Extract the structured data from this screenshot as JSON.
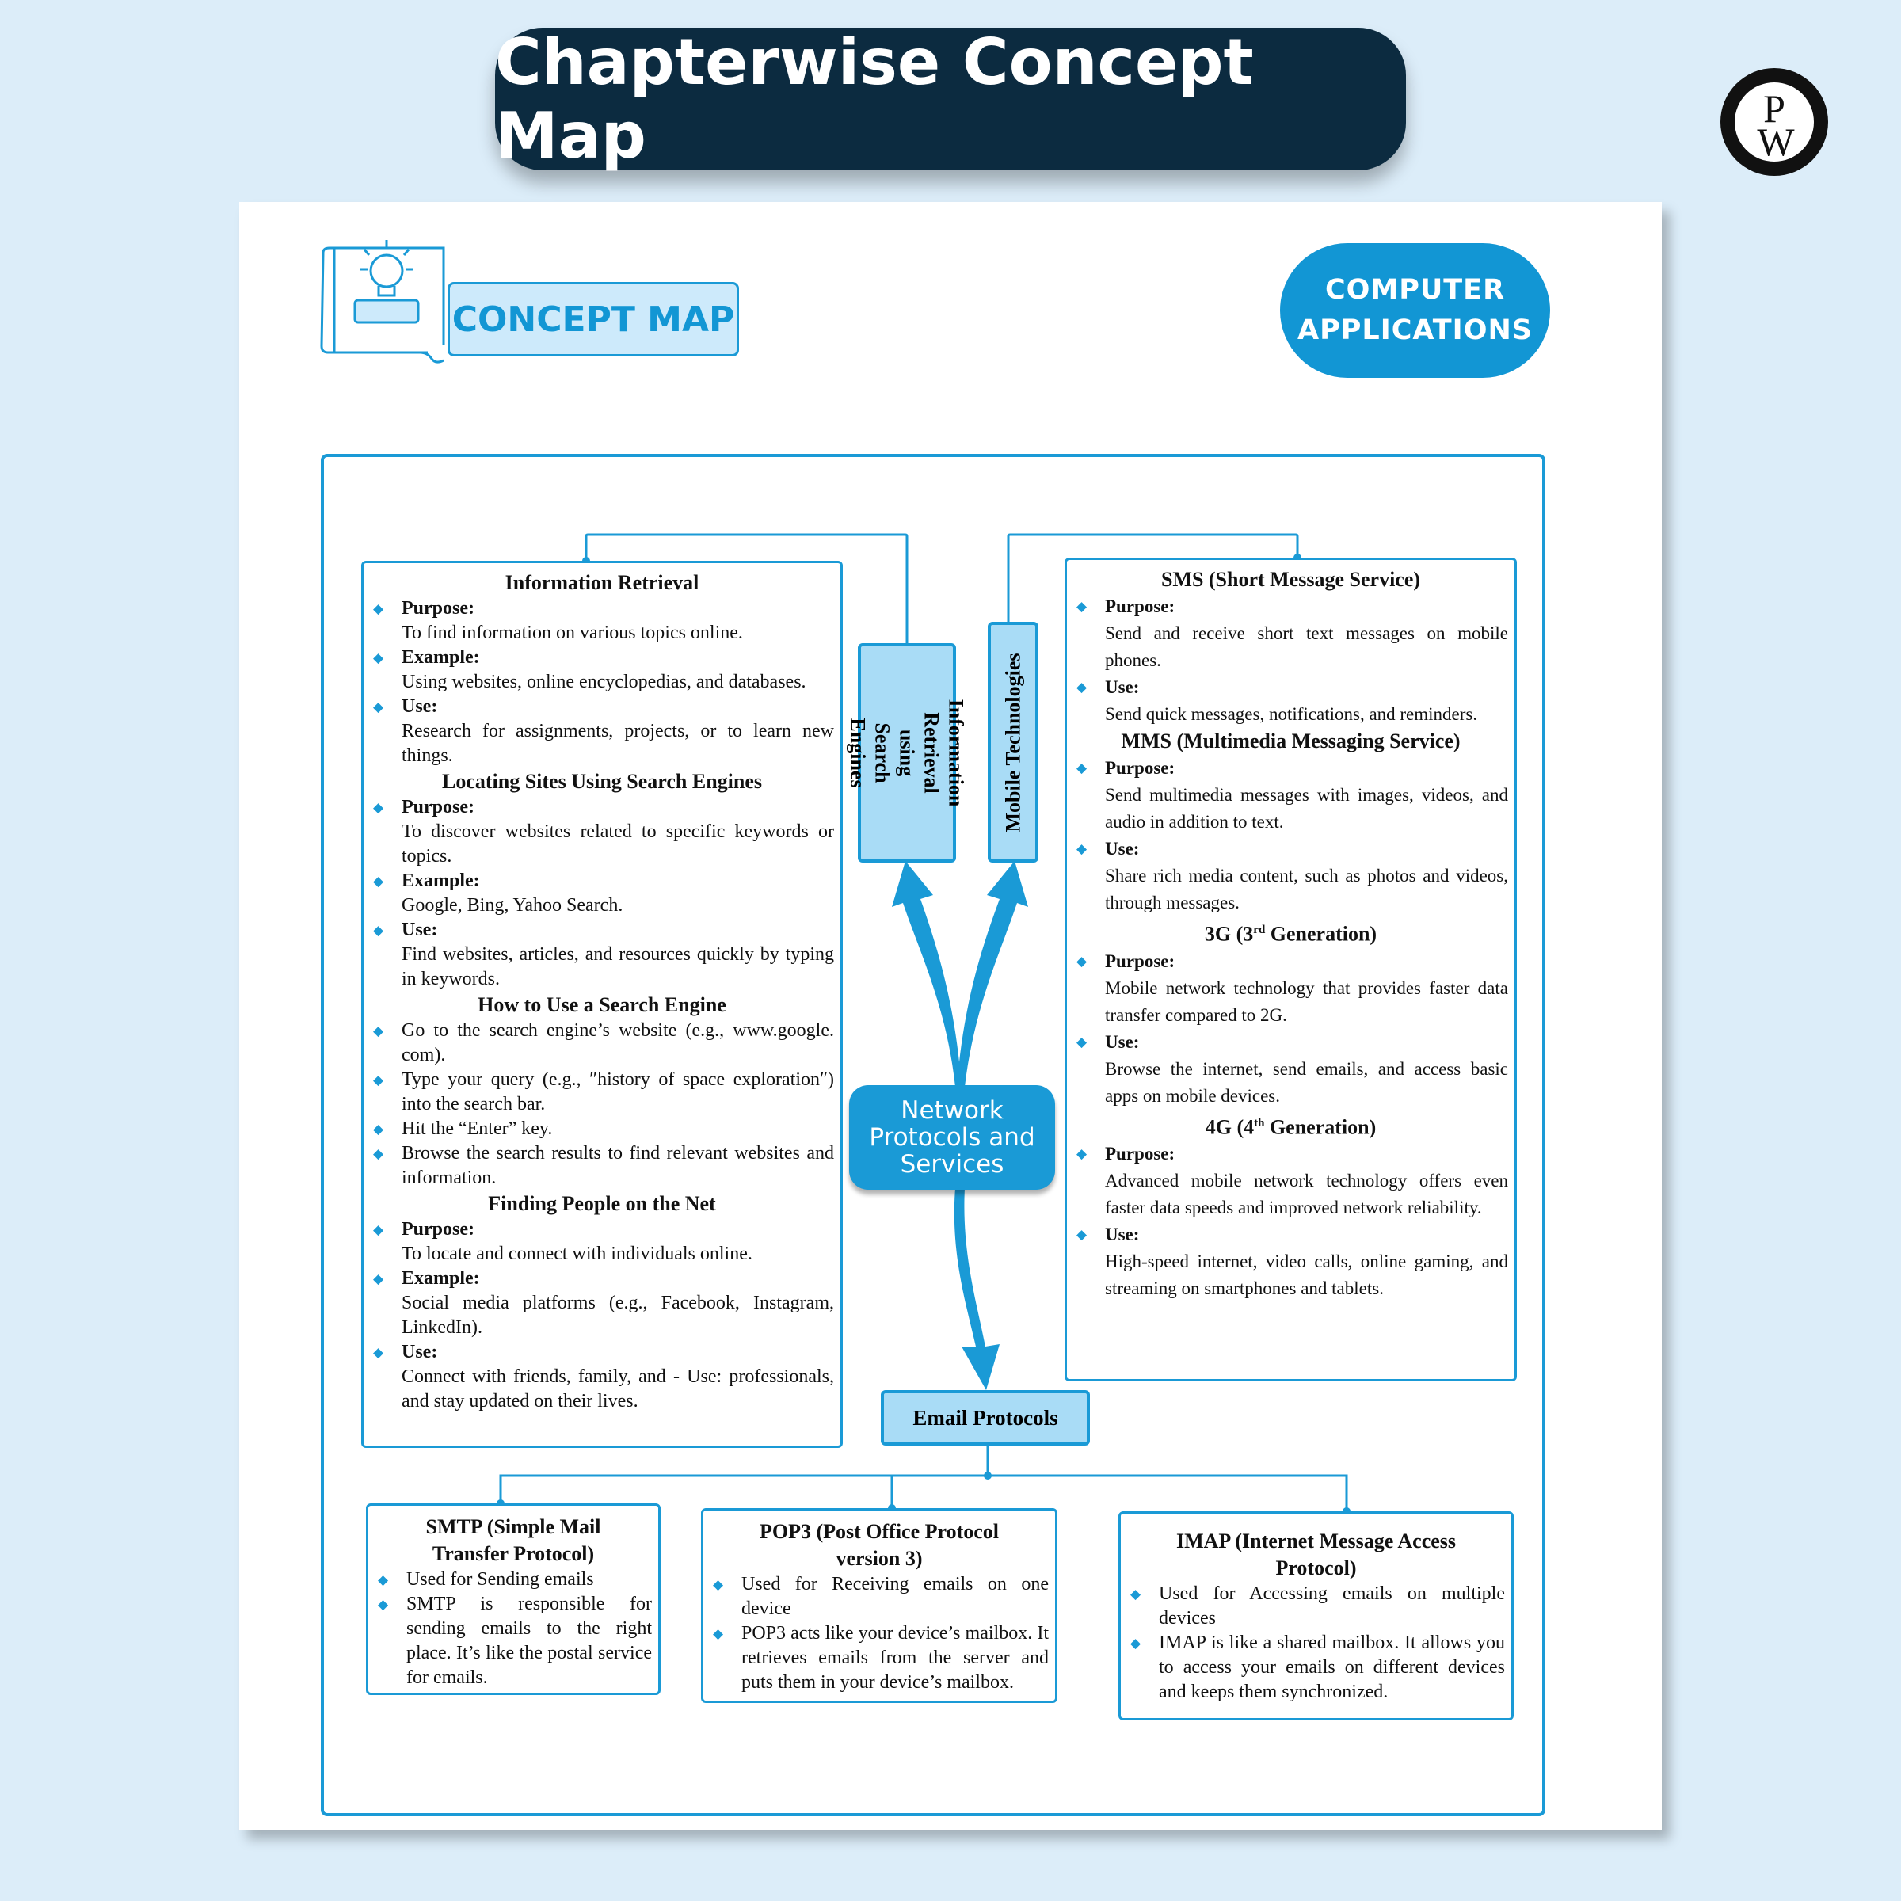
{
  "header": {
    "title": "Chapterwise Concept Map",
    "logo_text": "PW"
  },
  "concept_map_label": "CONCEPT MAP",
  "subject": {
    "line1": "COMPUTER",
    "line2": "APPLICATIONS"
  },
  "center_node": "Network Protocols and Services",
  "branches": {
    "info_label": "Information Retrieval using Search Engines",
    "mobile_label": "Mobile Technologies",
    "email_label": "Email Protocols"
  },
  "info_box": {
    "info_retrieval": {
      "title": "Information Retrieval",
      "purpose_label": "Purpose:",
      "purpose": "To find information on various topics online.",
      "example_label": "Example:",
      "example": "Using websites, online encyclopedias, and databases.",
      "use_label": "Use:",
      "use": "Research for assignments, projects, or to learn new things."
    },
    "locating_sites": {
      "title": "Locating Sites Using Search Engines",
      "purpose_label": "Purpose:",
      "purpose": "To discover websites related to specific keywords or topics.",
      "example_label": "Example:",
      "example": "Google, Bing, Yahoo Search.",
      "use_label": "Use:",
      "use": "Find websites, articles, and resources quickly by typing in keywords."
    },
    "how_to_use": {
      "title": "How to Use a Search Engine",
      "steps": [
        "Go to the search engine’s website (e.g., www.google. com).",
        "Type your query (e.g., ″history of space exploration″) into the search bar.",
        "Hit the “Enter” key.",
        "Browse the search results to find relevant websites and information."
      ]
    },
    "finding_people": {
      "title": "Finding People on the Net",
      "purpose_label": "Purpose:",
      "purpose": "To locate and connect with individuals online.",
      "example_label": "Example:",
      "example": "Social media platforms (e.g., Facebook, Instagram, LinkedIn).",
      "use_label": "Use:",
      "use": "Connect with friends, family, and - Use: professionals, and stay updated on their lives."
    }
  },
  "mobile_box": {
    "sms": {
      "title": "SMS (Short Message Service)",
      "purpose_label": "Purpose:",
      "purpose": "Send and receive short text messages on mobile phones.",
      "use_label": "Use:",
      "use": "Send quick messages, notifications, and reminders."
    },
    "mms": {
      "title": "MMS (Multimedia Messaging Service)",
      "purpose_label": "Purpose:",
      "purpose": "Send multimedia messages with images, videos, and audio in addition to text.",
      "use_label": "Use:",
      "use": "Share rich media content, such as photos and videos, through messages."
    },
    "g3": {
      "title_prefix": "3G (3",
      "title_sup": "rd",
      "title_suffix": " Generation)",
      "purpose_label": "Purpose:",
      "purpose": "Mobile network technology that provides faster data transfer compared to 2G.",
      "use_label": "Use:",
      "use": "Browse the internet, send emails, and access basic apps on mobile devices."
    },
    "g4": {
      "title_prefix": "4G (4",
      "title_sup": "th",
      "title_suffix": " Generation)",
      "purpose_label": "Purpose:",
      "purpose": "Advanced mobile network technology offers even faster data speeds and improved network reliability.",
      "use_label": "Use:",
      "use": "High-speed internet, video calls, online gaming, and streaming on smartphones and tablets."
    }
  },
  "email": {
    "smtp": {
      "title": "SMTP (Simple Mail Transfer Protocol)",
      "points": [
        "Used for Sending emails",
        "SMTP is responsible for sending emails to the right place. It’s like the postal service for emails."
      ]
    },
    "pop3": {
      "title": "POP3 (Post Office Protocol version 3)",
      "points": [
        "Used for Receiving emails on one device",
        "POP3 acts like your device’s mailbox. It retrieves emails from the server and puts them in your device’s mailbox."
      ]
    },
    "imap": {
      "title": "IMAP (Internet Message Access Protocol)",
      "points": [
        "Used for Accessing emails on multiple devices",
        "IMAP is like a shared mailbox. It allows you to access your emails on different devices and keeps them synchronized."
      ]
    }
  },
  "colors": {
    "accent": "#1a9ad6",
    "title_bg": "#0c2b40",
    "label_fill": "#a9dcf6",
    "page_bg": "#dcedf9"
  }
}
